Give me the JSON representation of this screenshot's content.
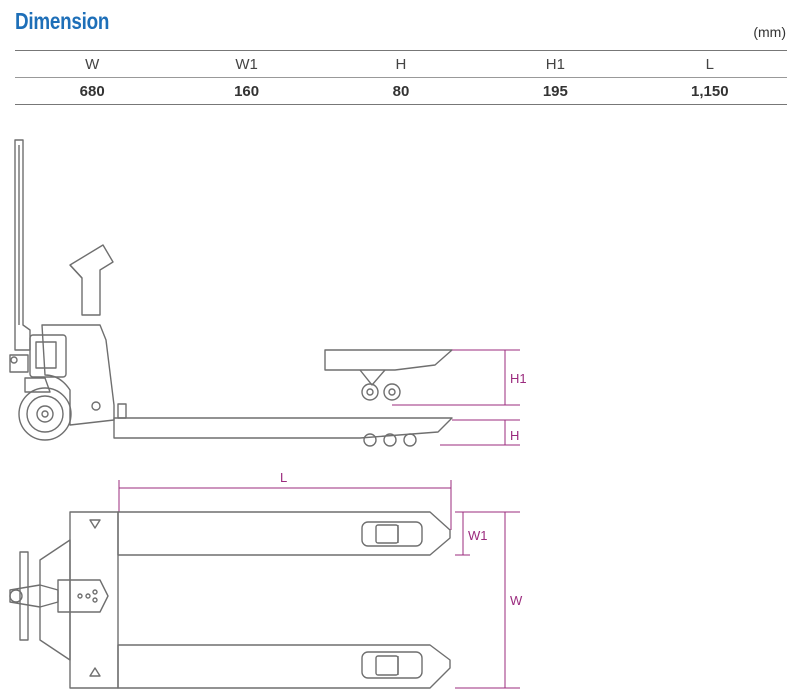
{
  "title": "Dimension",
  "unit": "(mm)",
  "table": {
    "headers": [
      "W",
      "W1",
      "H",
      "H1",
      "L"
    ],
    "values": [
      "680",
      "160",
      "80",
      "195",
      "1,150"
    ]
  },
  "labels": {
    "h1": "H1",
    "h": "H",
    "l": "L",
    "w1": "W1",
    "w": "W"
  },
  "colors": {
    "title": "#1e6fb8",
    "dimension_lines": "#9b2b7e",
    "drawing": "#6f6f6f"
  }
}
